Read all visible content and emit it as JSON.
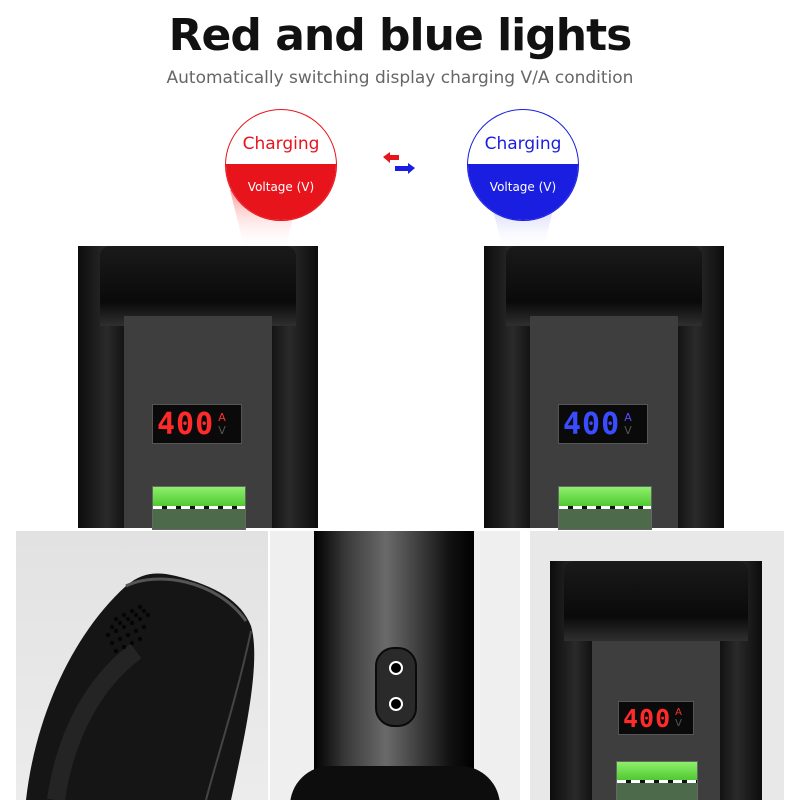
{
  "header": {
    "title": "Red and blue lights",
    "subtitle": "Automatically switching display charging V/A condition"
  },
  "modes": [
    {
      "label_top": "Charging",
      "label_bottom": "Voltage (V)",
      "color": "#e8141c"
    },
    {
      "label_top": "Charging",
      "label_bottom": "Voltage (V)",
      "color": "#1a1ee0"
    }
  ],
  "swap_icon": {
    "left_arrow_color": "#e8141c",
    "right_arrow_color": "#1a1ee0"
  },
  "devices": [
    {
      "display_value": "400",
      "unit_a": "A",
      "unit_v": "V",
      "digit_color": "#ff2a2a",
      "unit_a_color": "#ff3030"
    },
    {
      "display_value": "400",
      "unit_a": "A",
      "unit_v": "V",
      "digit_color": "#3a4cff",
      "unit_a_color": "#5a4cff"
    },
    {
      "display_value": "400",
      "unit_a": "A",
      "unit_v": "V",
      "digit_color": "#ff2a2a",
      "unit_a_color": "#ff3030"
    }
  ]
}
